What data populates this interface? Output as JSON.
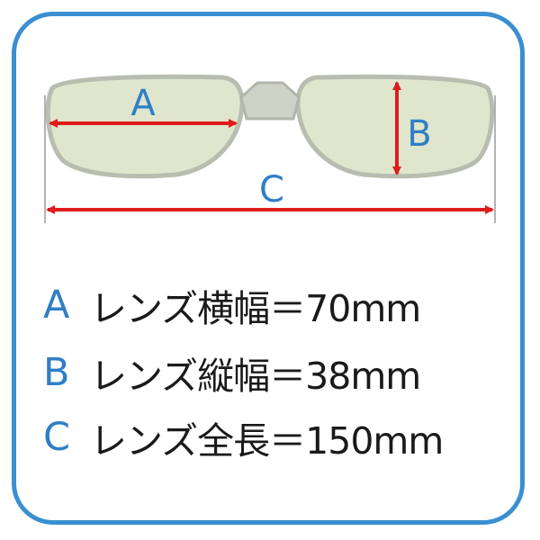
{
  "diagram": {
    "labels": {
      "a": "A",
      "b": "B",
      "c": "C"
    },
    "colors": {
      "frame_border": "#3a8fd0",
      "label_blue": "#2f7fc6",
      "lens_fill": "#dfe6cd",
      "lens_stroke": "#b8bdb0",
      "bridge_fill": "#cfd2c6",
      "arrow_red": "#e01b1b"
    }
  },
  "legend": {
    "rows": [
      {
        "letter": "A",
        "text": "レンズ横幅＝70mm"
      },
      {
        "letter": "B",
        "text": "レンズ縦幅＝38mm"
      },
      {
        "letter": "C",
        "text": "レンズ全長＝150mm"
      }
    ]
  }
}
